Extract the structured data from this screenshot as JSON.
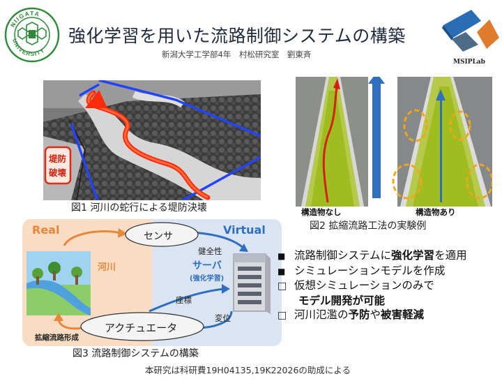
{
  "title": "強化学習を用いた流路制御システムの構築",
  "subtitle": "新潟大学工学部4年　村松研究室　劉東斉",
  "logo": {
    "university_text": "NIIGATA UNIVERSITY",
    "lab_name": "MSIPLab"
  },
  "figure1": {
    "caption": "図1 河川の蛇行による堤防決壊",
    "callout_line1": "堤防",
    "callout_line2": "破壊"
  },
  "figure2": {
    "caption": "図2 拡縮流路工法の実験例",
    "label_left": "構造物なし",
    "label_right": "構造物あり"
  },
  "figure3": {
    "caption": "図3 流路制御システムの構築",
    "real_label": "Real",
    "virtual_label": "Virtual",
    "river_label": "河川",
    "sensor_label": "センサ",
    "actuator_label": "アクチュエータ",
    "server_label": "サーバ",
    "server_sub": "(強化学習)",
    "soundness_label": "健全性",
    "coord_label": "座標",
    "displacement_label": "変位",
    "formation_label": "拡縮流路形成"
  },
  "bullets": {
    "b1_pre": "流路制御システムに",
    "b1_bold": "強化学習",
    "b1_post": "を適用",
    "b2": "シミュレーションモデルを作成",
    "b3_line1": "仮想シミュレーションのみで",
    "b3_line2": "モデル開発が可能",
    "b4_pre": "河川氾濫の",
    "b4_bold1": "予防",
    "b4_mid": "や",
    "b4_bold2": "被害軽減"
  },
  "footnote": "本研究は科研費19H04135,19K22026の助成による",
  "colors": {
    "real_bg": "#f8dcc4",
    "virtual_bg": "#dbe4f2",
    "orange": "#e8873a",
    "blue": "#2e6fc0",
    "red": "#e12a12"
  }
}
